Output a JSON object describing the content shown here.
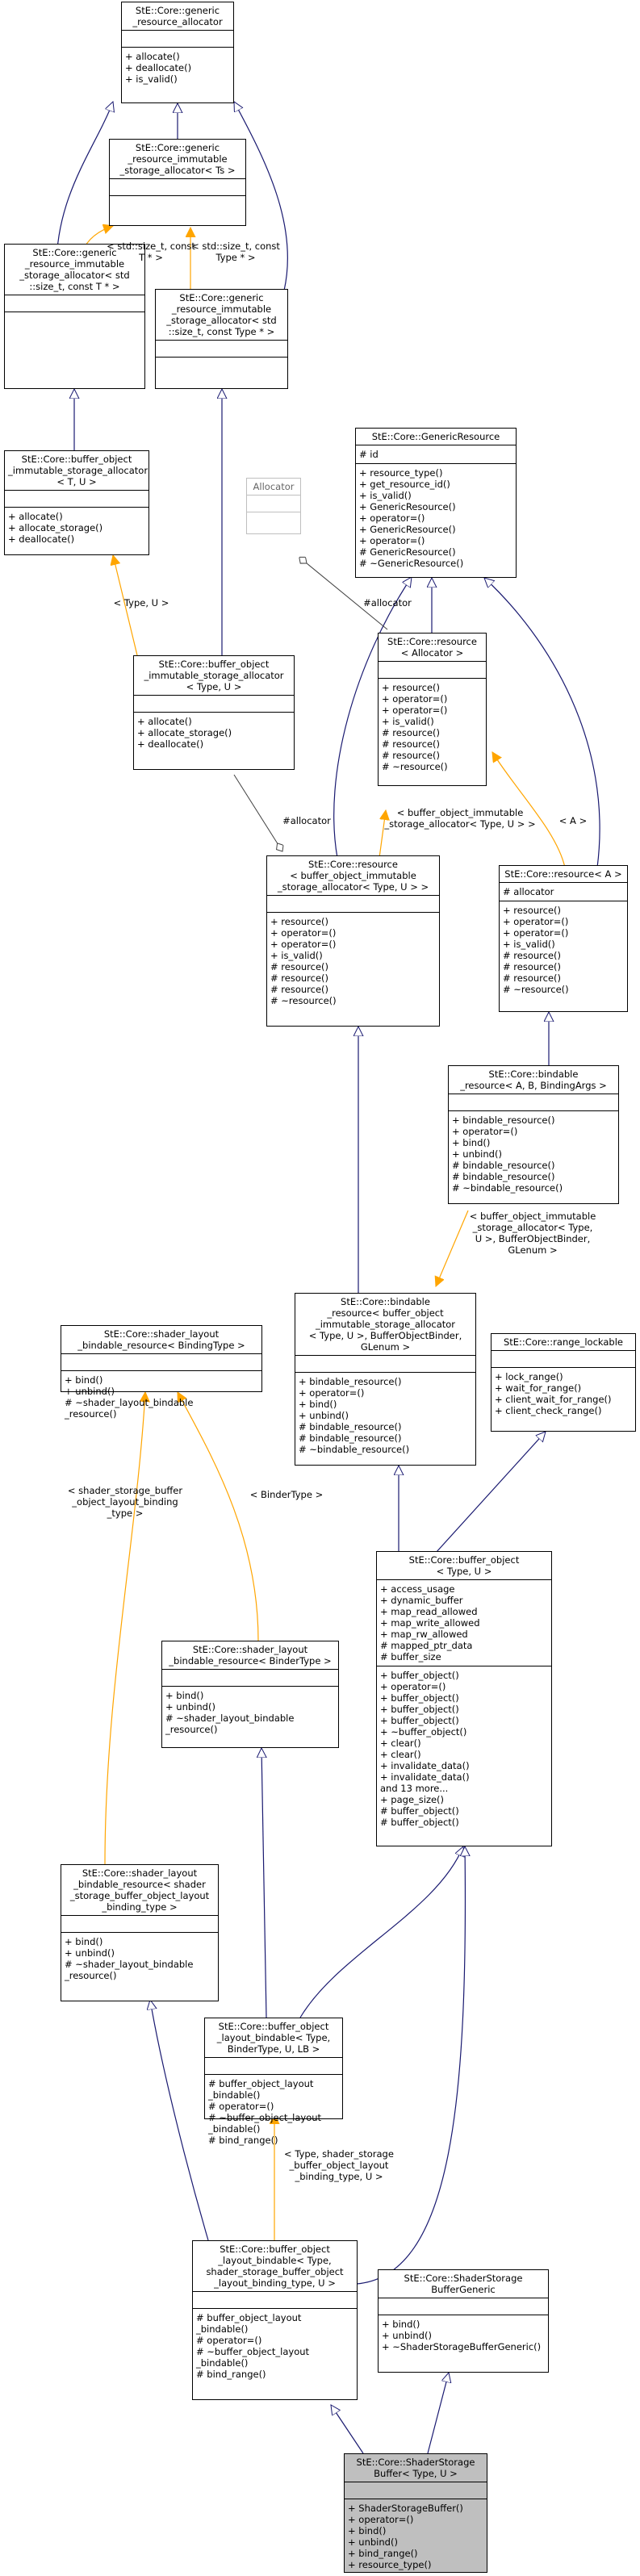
{
  "colors": {
    "inherit": "#191970",
    "template": "#ffa500",
    "usage": "#404040",
    "focus_bg": "#bfbfbf"
  },
  "classes": [
    {
      "id": "generic_resource_allocator",
      "title": "StE::Core::generic\n_resource_allocator",
      "attrs": [],
      "methods": [
        "+ allocate()",
        "+ deallocate()",
        "+ is_valid()"
      ]
    },
    {
      "id": "generic_immutable_Ts",
      "title": "StE::Core::generic\n_resource_immutable\n_storage_allocator< Ts >",
      "attrs": [],
      "methods": []
    },
    {
      "id": "generic_immutable_T",
      "title": "StE::Core::generic\n_resource_immutable\n_storage_allocator< std\n::size_t, const T * >",
      "attrs": [],
      "methods": []
    },
    {
      "id": "generic_immutable_Type",
      "title": "StE::Core::generic\n_resource_immutable\n_storage_allocator< std\n::size_t, const Type * >",
      "attrs": [],
      "methods": []
    },
    {
      "id": "buffer_object_immutable_TU",
      "title": "StE::Core::buffer_object\n_immutable_storage_allocator\n< T, U >",
      "attrs": [],
      "methods": [
        "+ allocate()",
        "+ allocate_storage()",
        "+ deallocate()"
      ]
    },
    {
      "id": "buffer_object_immutable_TypeU",
      "title": "StE::Core::buffer_object\n_immutable_storage_allocator\n< Type, U >",
      "attrs": [],
      "methods": [
        "+ allocate()",
        "+ allocate_storage()",
        "+ deallocate()"
      ]
    },
    {
      "id": "allocator",
      "title": "Allocator",
      "attrs": [],
      "methods": []
    },
    {
      "id": "generic_resource",
      "title": "StE::Core::GenericResource",
      "attrs": [
        "# id"
      ],
      "methods": [
        "+ resource_type()",
        "+ get_resource_id()",
        "+ is_valid()",
        "+ GenericResource()",
        "+ operator=()",
        "+ GenericResource()",
        "+ operator=()",
        "# GenericResource()",
        "# ~GenericResource()"
      ]
    },
    {
      "id": "resource_allocator",
      "title": "StE::Core::resource\n< Allocator >",
      "attrs": [],
      "methods": [
        "+ resource()",
        "+ operator=()",
        "+ operator=()",
        "+ is_valid()",
        "# resource()",
        "# resource()",
        "# resource()",
        "# ~resource()"
      ]
    },
    {
      "id": "resource_buffer",
      "title": "StE::Core::resource\n< buffer_object_immutable\n_storage_allocator< Type, U > >",
      "attrs": [],
      "methods": [
        "+ resource()",
        "+ operator=()",
        "+ operator=()",
        "+ is_valid()",
        "# resource()",
        "# resource()",
        "# resource()",
        "# ~resource()"
      ]
    },
    {
      "id": "resource_A",
      "title": "StE::Core::resource< A >",
      "attrs": [
        "# allocator"
      ],
      "methods": [
        "+ resource()",
        "+ operator=()",
        "+ operator=()",
        "+ is_valid()",
        "# resource()",
        "# resource()",
        "# resource()",
        "# ~resource()"
      ]
    },
    {
      "id": "bindable_A",
      "title": "StE::Core::bindable\n_resource< A, B, BindingArgs >",
      "attrs": [],
      "methods": [
        "+ bindable_resource()",
        "+ operator=()",
        "+ bind()",
        "+ unbind()",
        "# bindable_resource()",
        "# bindable_resource()",
        "# ~bindable_resource()"
      ]
    },
    {
      "id": "bindable_buffer",
      "title": "StE::Core::bindable\n_resource< buffer_object\n_immutable_storage_allocator\n< Type, U >, BufferObjectBinder,\nGLenum >",
      "attrs": [],
      "methods": [
        "+ bindable_resource()",
        "+ operator=()",
        "+ bind()",
        "+ unbind()",
        "# bindable_resource()",
        "# bindable_resource()",
        "# ~bindable_resource()"
      ]
    },
    {
      "id": "range_lockable",
      "title": "StE::Core::range_lockable",
      "attrs": [],
      "methods": [
        "+ lock_range()",
        "+ wait_for_range()",
        "+ client_wait_for_range()",
        "+ client_check_range()"
      ]
    },
    {
      "id": "shader_layout_BindingType",
      "title": "StE::Core::shader_layout\n_bindable_resource< BindingType >",
      "attrs": [],
      "methods": [
        "+ bind()",
        "+ unbind()",
        "# ~shader_layout_bindable\n_resource()"
      ]
    },
    {
      "id": "shader_layout_BinderType",
      "title": "StE::Core::shader_layout\n_bindable_resource< BinderType >",
      "attrs": [],
      "methods": [
        "+ bind()",
        "+ unbind()",
        "# ~shader_layout_bindable\n_resource()"
      ]
    },
    {
      "id": "buffer_object_TypeU",
      "title": "StE::Core::buffer_object\n< Type, U >",
      "attrs": [
        "+ access_usage",
        "+ dynamic_buffer",
        "+ map_read_allowed",
        "+ map_write_allowed",
        "+ map_rw_allowed",
        "# mapped_ptr_data",
        "# buffer_size"
      ],
      "methods": [
        "+ buffer_object()",
        "+ operator=()",
        "+ buffer_object()",
        "+ buffer_object()",
        "+ buffer_object()",
        "+ ~buffer_object()",
        "+ clear()",
        "+ clear()",
        "+ invalidate_data()",
        "+ invalidate_data()",
        "and 13 more...",
        "+ page_size()",
        "# buffer_object()",
        "# buffer_object()"
      ]
    },
    {
      "id": "shader_layout_storage",
      "title": "StE::Core::shader_layout\n_bindable_resource< shader\n_storage_buffer_object_layout\n_binding_type >",
      "attrs": [],
      "methods": [
        "+ bind()",
        "+ unbind()",
        "# ~shader_layout_bindable\n_resource()"
      ]
    },
    {
      "id": "buffer_layout_bindable_generic",
      "title": "StE::Core::buffer_object\n_layout_bindable< Type,\nBinderType, U, LB >",
      "attrs": [],
      "methods": [
        "# buffer_object_layout\n_bindable()",
        "# operator=()",
        "# ~buffer_object_layout\n_bindable()",
        "# bind_range()"
      ]
    },
    {
      "id": "buffer_layout_bindable_ssbo",
      "title": "StE::Core::buffer_object\n_layout_bindable< Type,\nshader_storage_buffer_object\n_layout_binding_type, U >",
      "attrs": [],
      "methods": [
        "# buffer_object_layout\n_bindable()",
        "# operator=()",
        "# ~buffer_object_layout\n_bindable()",
        "# bind_range()"
      ]
    },
    {
      "id": "ssbo_generic",
      "title": "StE::Core::ShaderStorage\nBufferGeneric",
      "attrs": [],
      "methods": [
        "+ bind()",
        "+ unbind()",
        "+ ~ShaderStorageBufferGeneric()"
      ]
    },
    {
      "id": "ssbo",
      "title": "StE::Core::ShaderStorage\nBuffer< Type, U >",
      "attrs": [],
      "methods": [
        "+ ShaderStorageBuffer()",
        "+ operator=()",
        "+ bind()",
        "+ unbind()",
        "+ bind_range()",
        "+ resource_type()"
      ]
    }
  ],
  "labels": {
    "std_size_t_T": "< std::size_t, const\nT * >",
    "std_size_t_Type": "< std::size_t, const\nType * >",
    "type_u": "< Type, U >",
    "allocator_member_1": "#allocator",
    "allocator_member_2": "#allocator",
    "buffer_alloc_type_u": "< buffer_object_immutable\n_storage_allocator< Type, U > >",
    "a_param": "< A >",
    "bindable_args": "< buffer_object_immutable\n_storage_allocator< Type,\nU >, BufferObjectBinder,\nGLenum >",
    "ssbo_layout_binding": "< shader_storage_buffer\n_object_layout_binding\n_type >",
    "binder_type": "< BinderType >",
    "ssbo_layout_args": "< Type, shader_storage\n_buffer_object_layout\n_binding_type, U >"
  }
}
